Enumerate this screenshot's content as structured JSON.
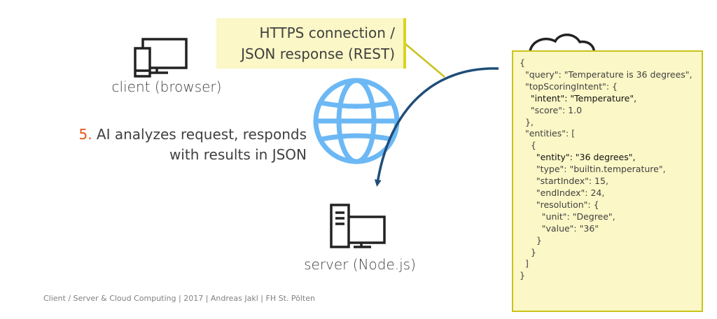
{
  "client": {
    "label": "client (browser)"
  },
  "server": {
    "label": "server (Node.js)"
  },
  "step": {
    "number": "5.",
    "text_line1": "AI analyzes request, responds",
    "text_line2": "with results in JSON"
  },
  "connection": {
    "line1": "HTTPS connection /",
    "line2": "JSON response (REST)"
  },
  "json_response": [
    {
      "text": "{",
      "highlight": false
    },
    {
      "text": "  \"query\": \"Temperature is 36 degrees\",",
      "highlight": false
    },
    {
      "text": "  \"topScoringIntent\": {",
      "highlight": false
    },
    {
      "text": "    \"intent\": \"Temperature\",",
      "highlight": true
    },
    {
      "text": "    \"score\": 1.0",
      "highlight": false
    },
    {
      "text": "  },",
      "highlight": false
    },
    {
      "text": "  \"entities\": [",
      "highlight": false
    },
    {
      "text": "    {",
      "highlight": false
    },
    {
      "text": "      \"entity\": \"36 degrees\",",
      "highlight": true
    },
    {
      "text": "      \"type\": \"builtin.temperature\",",
      "highlight": false
    },
    {
      "text": "      \"startIndex\": 15,",
      "highlight": false
    },
    {
      "text": "      \"endIndex\": 24,",
      "highlight": false
    },
    {
      "text": "      \"resolution\": {",
      "highlight": false
    },
    {
      "text": "        \"unit\": \"Degree\",",
      "highlight": false
    },
    {
      "text": "        \"value\": \"36\"",
      "highlight": false
    },
    {
      "text": "      }",
      "highlight": false
    },
    {
      "text": "    }",
      "highlight": false
    },
    {
      "text": "  ]",
      "highlight": false
    },
    {
      "text": "}",
      "highlight": false
    }
  ],
  "footer": "Client / Server & Cloud Computing | 2017 | Andreas Jakl | FH St. Pölten",
  "icons": {
    "client": "monitor-laptop-icon",
    "server": "server-icon",
    "globe": "globe-icon",
    "cloud": "cloud-icon"
  },
  "colors": {
    "globe": "#6cb8f5",
    "arrow": "#1f4e79",
    "highlight_box": "#fbf7c6",
    "accent": "#e8541c",
    "box_border": "#c9c31c"
  }
}
